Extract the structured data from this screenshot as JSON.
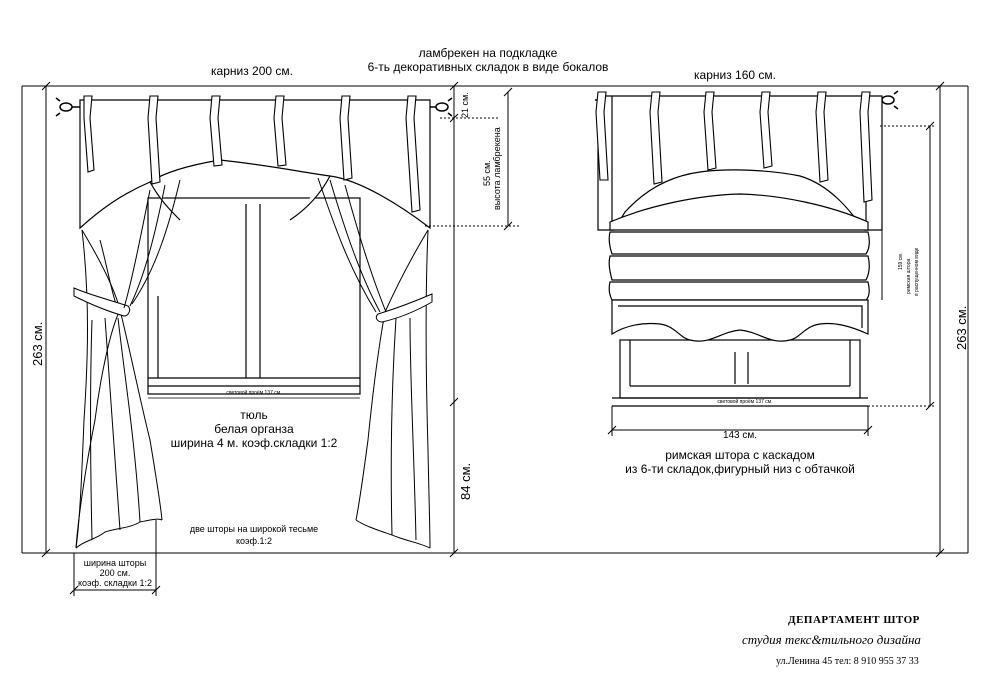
{
  "left_section": {
    "cornice_label": "карниз 200 см.",
    "total_height_label": "263 см.",
    "light_opening_label": "световой проём 137 см.",
    "tulle_lines": [
      "тюль",
      "белая органза",
      "ширина 4 м. коэф.складки 1:2"
    ],
    "drapes_lines": [
      "две шторы на широкой тесьме",
      "коэф.1:2"
    ],
    "curtain_width_lines": [
      "ширина шторы",
      "200 см.",
      "коэф. складки 1:2"
    ]
  },
  "center": {
    "pelmet_lines": [
      "ламбрекен на подкладке",
      "6-ть декоративных складок в виде бокалов"
    ],
    "top_gap_label": "21 см.",
    "pelmet_height_lines": [
      "55 см.",
      "высота ламбрекена"
    ],
    "sill_height_label": "84 см."
  },
  "right_section": {
    "cornice_label": "карниз 160 см.",
    "roman_height_lines": [
      "159 см.",
      "римская штора",
      "в распущенном виде"
    ],
    "total_height_label": "263 см.",
    "light_opening_label": "световой проём 137 см.",
    "width_label": "143 см.",
    "roman_lines": [
      "римская штора с каскадом",
      "из 6-ти складок,фигурный низ с обтачкой"
    ]
  },
  "brand": {
    "name": "ДЕПАРТАМЕНТ ШТОР",
    "tagline": "студия текс&тильного дизайна",
    "address": "ул.Ленина 45 тел: 8 910 955 37 33"
  }
}
